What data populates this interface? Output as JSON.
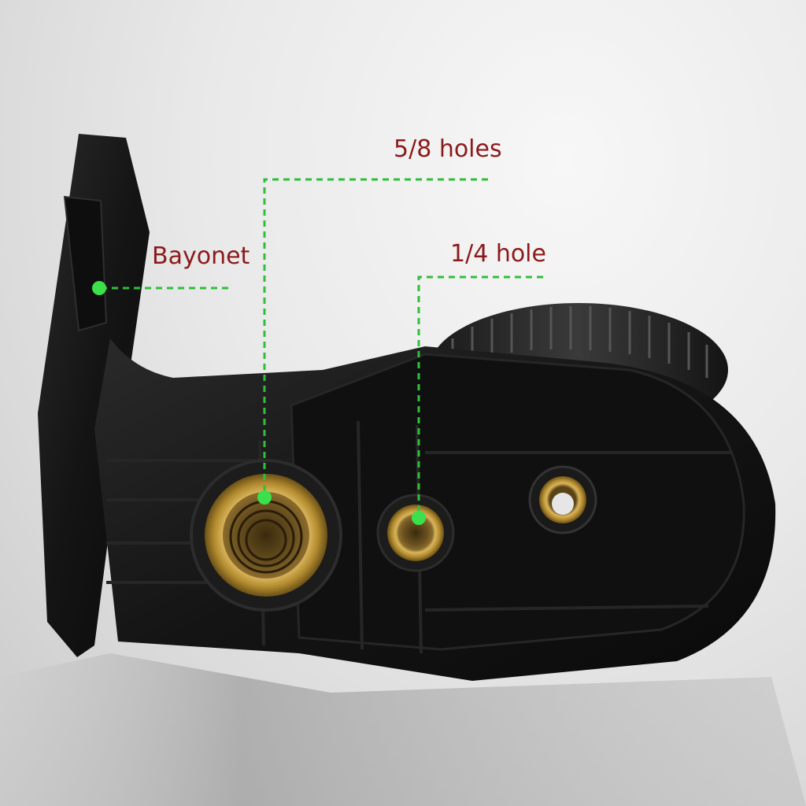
{
  "annotations": {
    "five_eighths": "5/8 holes",
    "quarter": "1/4 hole",
    "bayonet": "Bayonet"
  },
  "colors": {
    "label_text": "#8b1a1a",
    "leader_line": "#2fbf3a",
    "body": "#151515",
    "brass": "#c9a24a",
    "background": "#e6e6e6"
  },
  "icons": {
    "five_eighths_marker": "green-dot-icon",
    "quarter_marker": "green-dot-icon",
    "bayonet_marker": "green-dot-icon"
  }
}
